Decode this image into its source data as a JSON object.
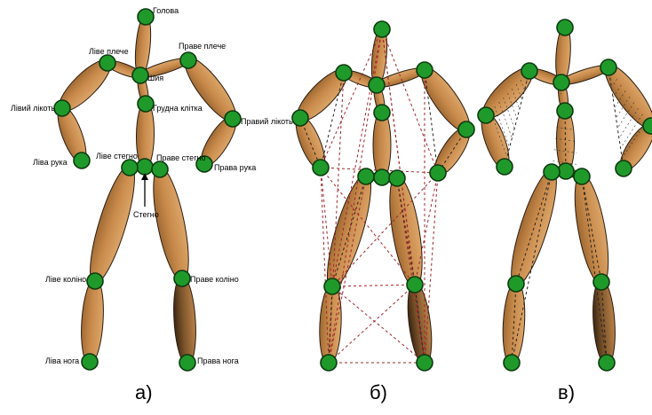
{
  "labels": {
    "head": "Голова",
    "left_shoulder": "Ліве плече",
    "right_shoulder": "Праве плече",
    "neck": "Шия",
    "left_elbow": "Лівий лікоть",
    "chest": "Грудна клітка",
    "right_elbow": "Правий лікоть",
    "left_hand": "Ліва рука",
    "left_hip": "Ліве стегно",
    "right_hip": "Праве стегно",
    "right_hand": "Права рука",
    "pelvis": "Стегно",
    "left_knee": "Ліве коліно",
    "right_knee": "Праве коліно",
    "left_foot": "Ліва нога",
    "right_foot": "Права нога"
  },
  "captions": {
    "a": "а)",
    "b": "б)",
    "c": "в)"
  },
  "colors": {
    "bone_light": "#d9a05f",
    "bone_dark": "#4a3118",
    "joint": "#1f9a2a",
    "dashed_red": "#a0232b"
  }
}
